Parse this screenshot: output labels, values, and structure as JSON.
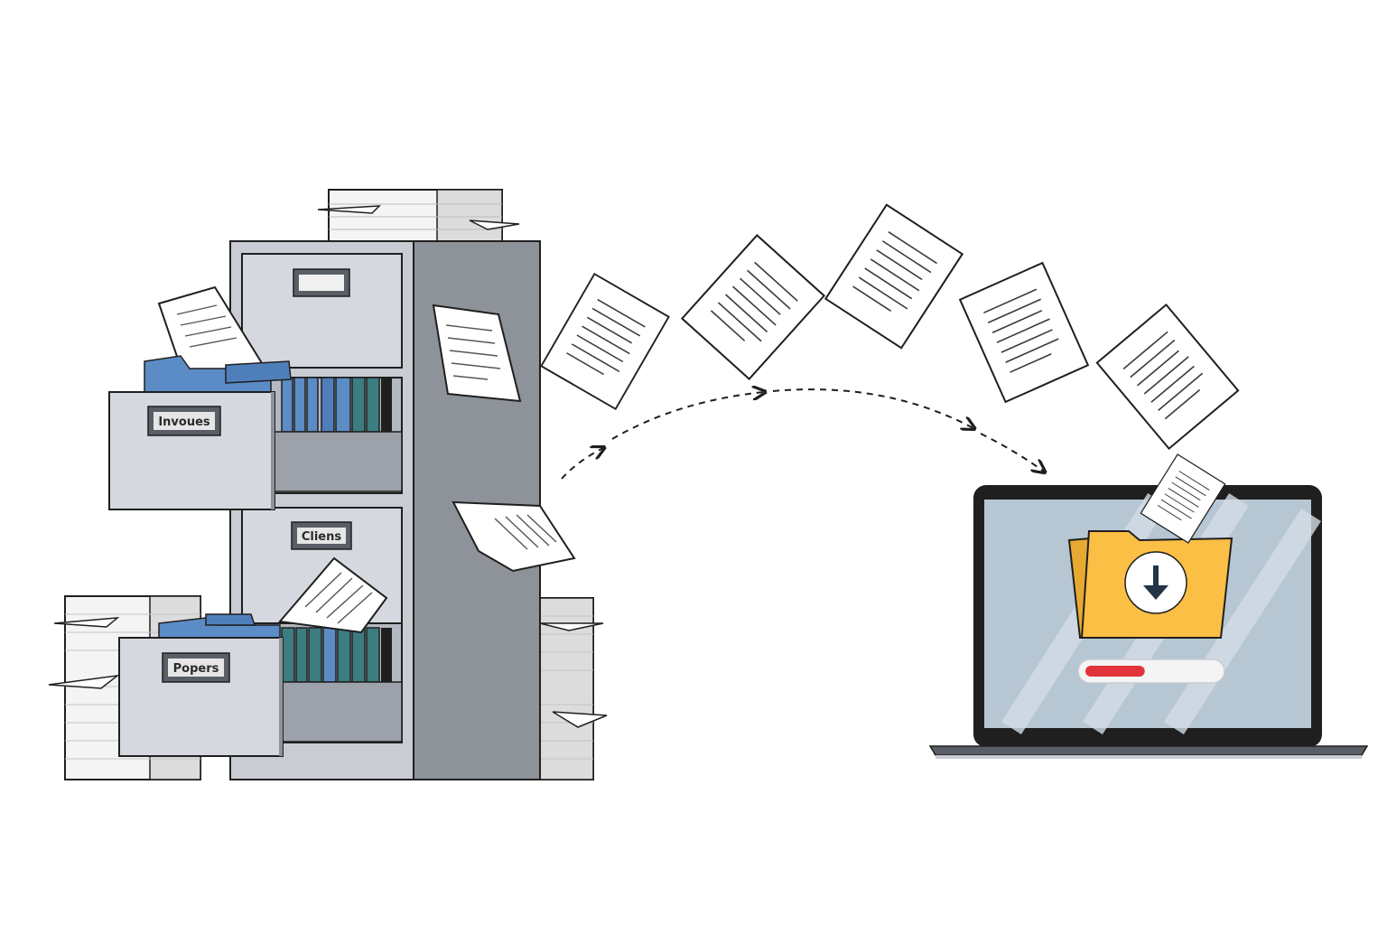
{
  "cabinet": {
    "labels": {
      "top_drawer": "",
      "invoices": "Invoues",
      "clients": "Cliens",
      "papers": "Popers"
    }
  },
  "laptop": {
    "folder_icon": "download-arrow-icon",
    "progress_fraction": 0.45,
    "progress_color": "#e0343a",
    "folder_color": "#fbbf45",
    "screen_color": "#b7c6d3"
  },
  "colors": {
    "cabinet_body": "#c9ccd3",
    "cabinet_side": "#8e9299",
    "folder_blue": "#5b8cc6",
    "folder_teal": "#3c7d82",
    "outline": "#1f1f1f"
  },
  "flying_documents": [
    {
      "id": "doc-1"
    },
    {
      "id": "doc-2"
    },
    {
      "id": "doc-3"
    },
    {
      "id": "doc-4"
    },
    {
      "id": "doc-5"
    },
    {
      "id": "doc-6"
    }
  ]
}
